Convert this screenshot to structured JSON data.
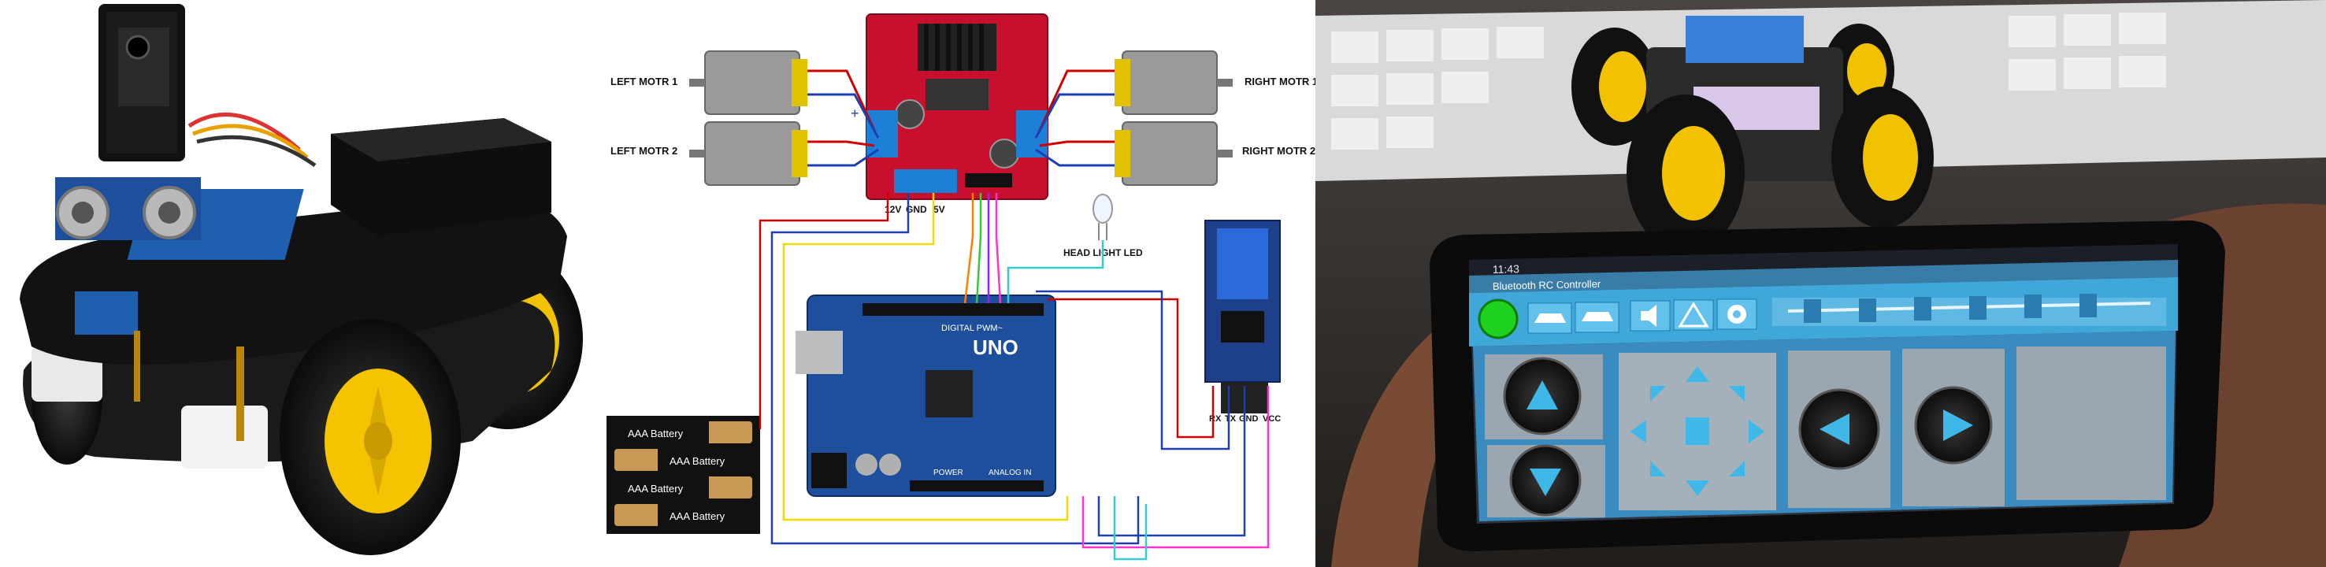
{
  "diagram": {
    "left_motor_1": "LEFT MOTR 1",
    "left_motor_2": "LEFT MOTR 2",
    "right_motor_1": "RIGHT MOTR 1",
    "right_motor_2": "RIGHT MOTR 2",
    "pin_12v": "12V",
    "pin_gnd": "GND",
    "pin_5v": "5V",
    "head_light": "HEAD LIGHT LED",
    "board_name": "UNO",
    "digital_label": "DIGITAL PWM~",
    "analog_label": "ANALOG IN",
    "power_label": "POWER",
    "bt_rx": "RX",
    "bt_tx": "TX",
    "bt_gnd": "GND",
    "bt_vcc": "VCC",
    "battery_label": "AAA Battery",
    "plus_sign": "+"
  },
  "phone": {
    "status_time": "11:43",
    "app_title": "Bluetooth RC Controller"
  },
  "colors": {
    "driver_board": "#c8102e",
    "arduino_board": "#1d4f9c",
    "wheel_yellow": "#f5c400",
    "chassis_black": "#141414",
    "motor_gray": "#9a9a9a",
    "motor_terminal": "#e0c200",
    "bt_module": "#1e3f8a",
    "controller_cyan": "#3fb8e8",
    "status_green": "#1fd11f"
  }
}
